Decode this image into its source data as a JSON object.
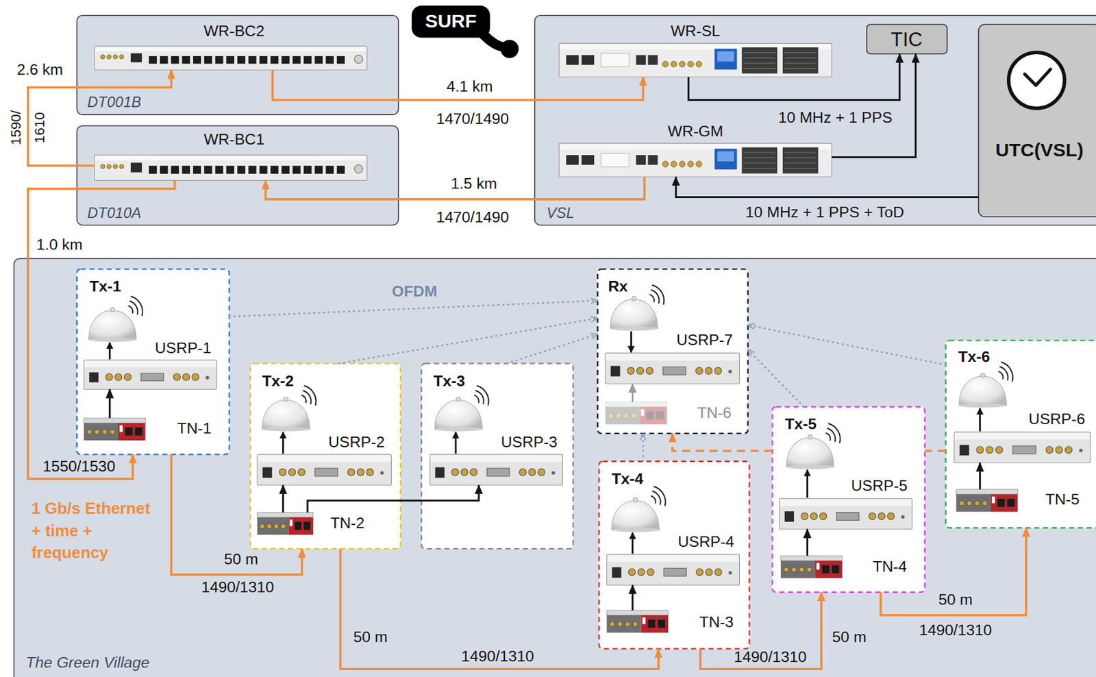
{
  "diagram": {
    "nodes": [
      {
        "text": [
          "DT001B"
        ]
      },
      {
        "text": [
          "WR-BC2"
        ],
        "in": 0
      },
      {
        "text": [
          "DT010A"
        ]
      },
      {
        "text": [
          "WR-BC1"
        ],
        "in": 2
      },
      {
        "text": [
          "VSL"
        ]
      },
      {
        "text": [
          "WR-SL"
        ],
        "in": 4
      },
      {
        "text": [
          "TIC"
        ],
        "in": 4
      },
      {
        "text": [
          "WR-GM"
        ],
        "in": 4
      },
      {
        "text": [
          "UTC(VSL)"
        ],
        "in": 4
      },
      {
        "text": [
          "The Green Village"
        ]
      },
      {
        "text": [
          "Tx-1"
        ],
        "in": 9
      },
      {
        "text": [
          "USRP-1"
        ],
        "in": 10
      },
      {
        "text": [
          "TN-1"
        ],
        "in": 10
      },
      {
        "text": [
          "Tx-2"
        ],
        "in": 9
      },
      {
        "text": [
          "USRP-2"
        ],
        "in": 13
      },
      {
        "text": [
          "TN-2"
        ],
        "in": 13
      },
      {
        "text": [
          "Tx-3"
        ],
        "in": 9
      },
      {
        "text": [
          "USRP-3"
        ],
        "in": 16
      },
      {
        "text": [
          "Rx"
        ],
        "in": 9
      },
      {
        "text": [
          "USRP-7"
        ],
        "in": 18
      },
      {
        "text": [
          "TN-6"
        ],
        "in": 18
      },
      {
        "text": [
          "Tx-4"
        ],
        "in": 9
      },
      {
        "text": [
          "USRP-4"
        ],
        "in": 21
      },
      {
        "text": [
          "TN-3"
        ],
        "in": 21
      },
      {
        "text": [
          "Tx-5"
        ],
        "in": 9
      },
      {
        "text": [
          "USRP-5"
        ],
        "in": 24
      },
      {
        "text": [
          "TN-4"
        ],
        "in": 24
      },
      {
        "text": [
          "Tx-6"
        ],
        "in": 9
      },
      {
        "text": [
          "USRP-6"
        ],
        "in": 27
      },
      {
        "text": [
          "TN-5"
        ],
        "in": 27
      }
    ],
    "edges": [
      {
        "from": 3,
        "to": 1,
        "arrow": "to",
        "label": "2.6 km"
      },
      {
        "from": 1,
        "to": 5,
        "arrow": "to",
        "label": "4.1 km"
      },
      {
        "from": 7,
        "to": 3,
        "arrow": "to",
        "label": "1.5 km"
      },
      {
        "from": 3,
        "to": 10,
        "arrow": "to",
        "label": "1.0 km"
      },
      {
        "from": 5,
        "to": 6,
        "arrow": "to",
        "label": "10 MHz + 1 PPS"
      },
      {
        "from": 7,
        "to": 6,
        "arrow": "to"
      },
      {
        "from": 8,
        "to": 7,
        "arrow": "to",
        "label": "10 MHz + 1 PPS + ToD"
      },
      {
        "from": 10,
        "to": 13,
        "arrow": "to",
        "label": "50 m"
      },
      {
        "from": 13,
        "to": 21,
        "arrow": "to",
        "label": "50 m"
      },
      {
        "from": 21,
        "to": 24,
        "arrow": "to",
        "label": "50 m"
      },
      {
        "from": 24,
        "to": 27,
        "arrow": "to",
        "label": "50 m"
      },
      {
        "from": 12,
        "to": 11,
        "arrow": "to"
      },
      {
        "from": 15,
        "to": 14,
        "arrow": "to"
      },
      {
        "from": 15,
        "to": 17,
        "arrow": "to"
      },
      {
        "from": 23,
        "to": 22,
        "arrow": "to"
      },
      {
        "from": 26,
        "to": 25,
        "arrow": "to"
      },
      {
        "from": 29,
        "to": 28,
        "arrow": "to"
      },
      {
        "from": 20,
        "to": 19,
        "arrow": "to"
      },
      {
        "from": 24,
        "to": 18,
        "arrow": "to"
      },
      {
        "from": 27,
        "to": 24,
        "arrow": "none"
      },
      {
        "from": 10,
        "to": 18,
        "arrow": "to"
      },
      {
        "from": 13,
        "to": 18,
        "arrow": "to"
      },
      {
        "from": 16,
        "to": 18,
        "arrow": "to"
      },
      {
        "from": 21,
        "to": 18,
        "arrow": "to"
      },
      {
        "from": 24,
        "to": 18,
        "arrow": "to"
      },
      {
        "from": 27,
        "to": 18,
        "arrow": "to"
      }
    ],
    "labels": [
      "SURF",
      "1590/ 1610",
      "1470/1490",
      "1470/1490",
      "1550/1530",
      "OFDM",
      "1 Gb/s Ethernet + time + frequency",
      "1490/1310",
      "1490/1310",
      "1490/1310",
      "1490/1310"
    ]
  }
}
